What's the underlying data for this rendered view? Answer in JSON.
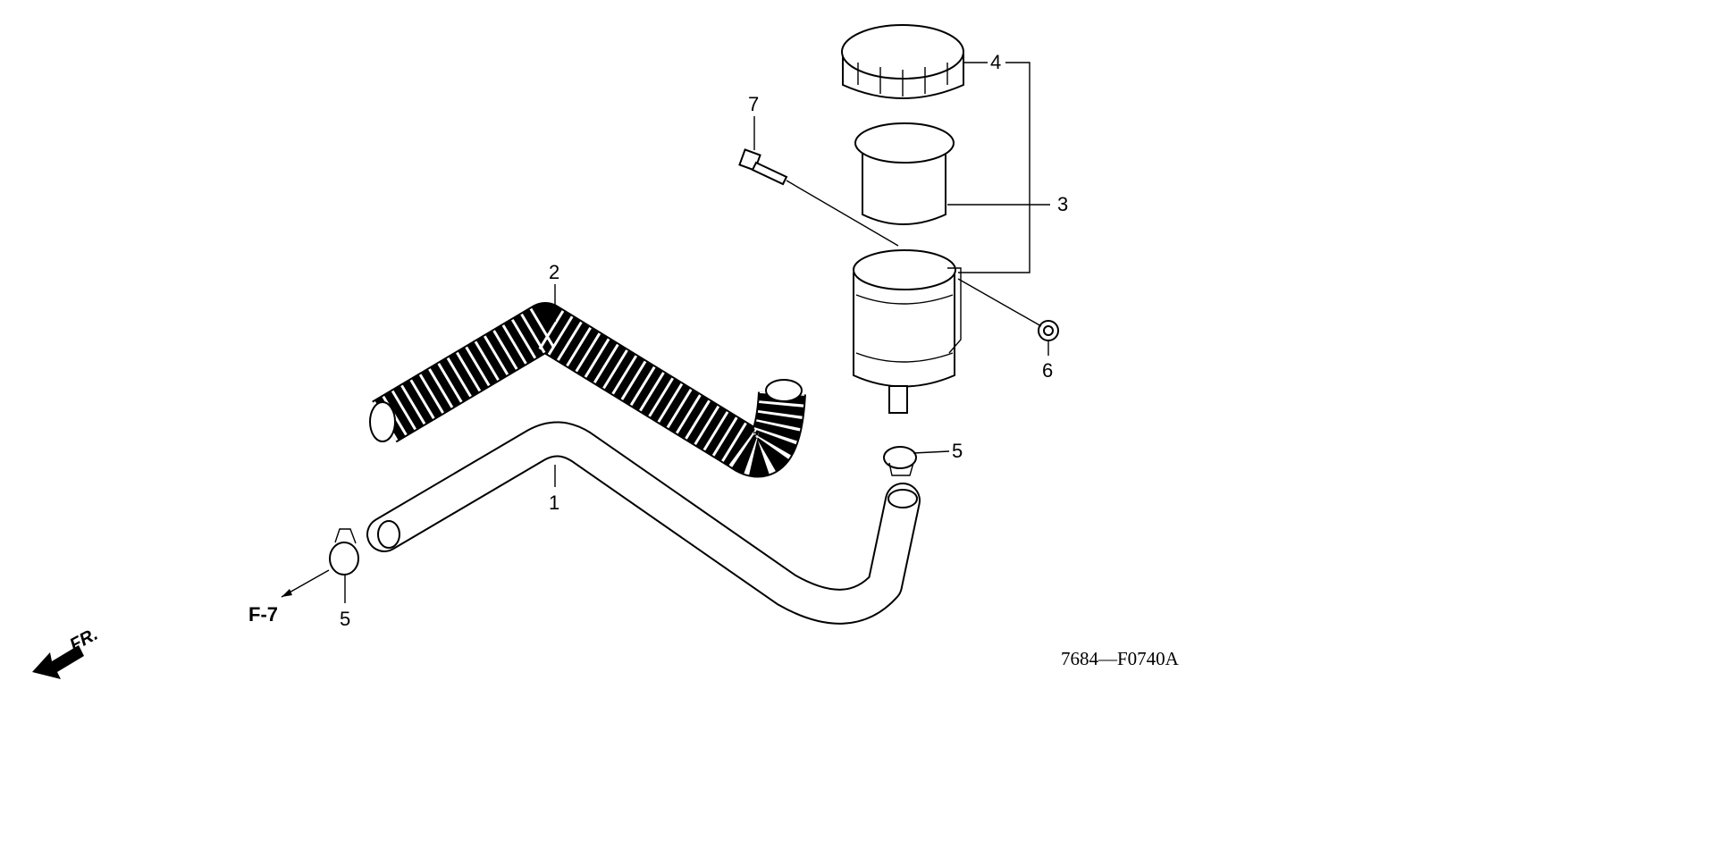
{
  "diagram": {
    "callouts": [
      {
        "number": "1",
        "part": "hose"
      },
      {
        "number": "2",
        "part": "corrugated-tube"
      },
      {
        "number": "3",
        "part": "filter-element"
      },
      {
        "number": "4",
        "part": "cap"
      },
      {
        "number": "5",
        "part": "clip-upper"
      },
      {
        "number": "5",
        "part": "clip-lower"
      },
      {
        "number": "6",
        "part": "nut"
      },
      {
        "number": "7",
        "part": "bolt"
      }
    ],
    "reference": "F-7",
    "direction_label": "FR.",
    "figure_code": "7684—F0740A"
  }
}
